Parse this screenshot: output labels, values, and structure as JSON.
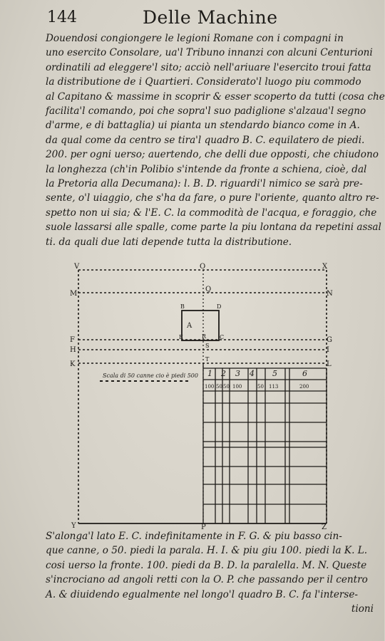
{
  "header": {
    "page_number": "144",
    "running_title": "Delle Machine"
  },
  "paragraph_top": [
    "Douendosi congiongere le legioni Romane con i compagni in",
    "uno esercito Consolare, ua'l Tribuno innanzi con alcuni Centurioni",
    "ordinatili ad eleggere'l sito; acciò nell'ariuare l'esercito troui fatta",
    "la distributione de i Quartieri. Considerato'l luogo piu commodo",
    "al Capitano & massime in scoprir & esser scoperto da tutti (cosa che",
    "facilita'l comando, poi che sopra'l suo padiglione s'alzaua'l segno",
    "d'arme, e di battaglia) ui pianta un stendardo bianco come in A.",
    "da qual come da centro se tira'l quadro B. C. equilatero de piedi.",
    "200. per ogni uerso; auertendo, che delli due opposti, che chiudono",
    "la longhezza (ch'in Polibio s'intende da fronte a schiena, cioè, dal",
    "la Pretoria alla Decumana): l. B. D. riguardi'l nimico se sarà pre-",
    "sente, o'l uiaggio, che s'ha da fare, o pure l'oriente, quanto altro re-",
    "spetto non ui sia; & l'E. C. la commodità de l'acqua, e foraggio, che",
    "suole lassarsi alle spalle, come parte la piu lontana da repetini assal",
    "ti. da quali due lati depende tutta la distributione."
  ],
  "paragraph_bottom": [
    "S'alonga'l lato E. C. indefinitamente in F. G. & piu basso cin-",
    "que canne, o 50. piedi la parala. H. I. & piu giu 100. piedi la K. L.",
    "cosi uerso la fronte. 100. piedi da B. D. la paralella. M. N. Queste",
    "s'incrociano ad angoli retti con la O. P. che passando per il centro",
    "A. & diuidendo egualmente nel longo'l quadro B. C. fa l'interse-",
    "tioni"
  ],
  "plan": {
    "letters": {
      "V": "V",
      "O": "O",
      "X": "X",
      "M": "M",
      "Q": "Q",
      "N": "N",
      "B": "B",
      "D": "D",
      "A": "A",
      "E": "E",
      "R": "R",
      "C": "C",
      "F": "F",
      "H": "H",
      "S": "S",
      "G": "G",
      "I": "I",
      "K": "K",
      "T": "T",
      "L": "L",
      "Y": "Y",
      "P": "P",
      "Z": "Z"
    },
    "column_numbers": [
      "1",
      "2",
      "3",
      "4",
      "5",
      "6"
    ],
    "column_widths": [
      "100",
      "50",
      "50",
      "100",
      "50",
      "113",
      "200"
    ],
    "scale_label": "Scala di 50 canne cio è piedi 500"
  }
}
